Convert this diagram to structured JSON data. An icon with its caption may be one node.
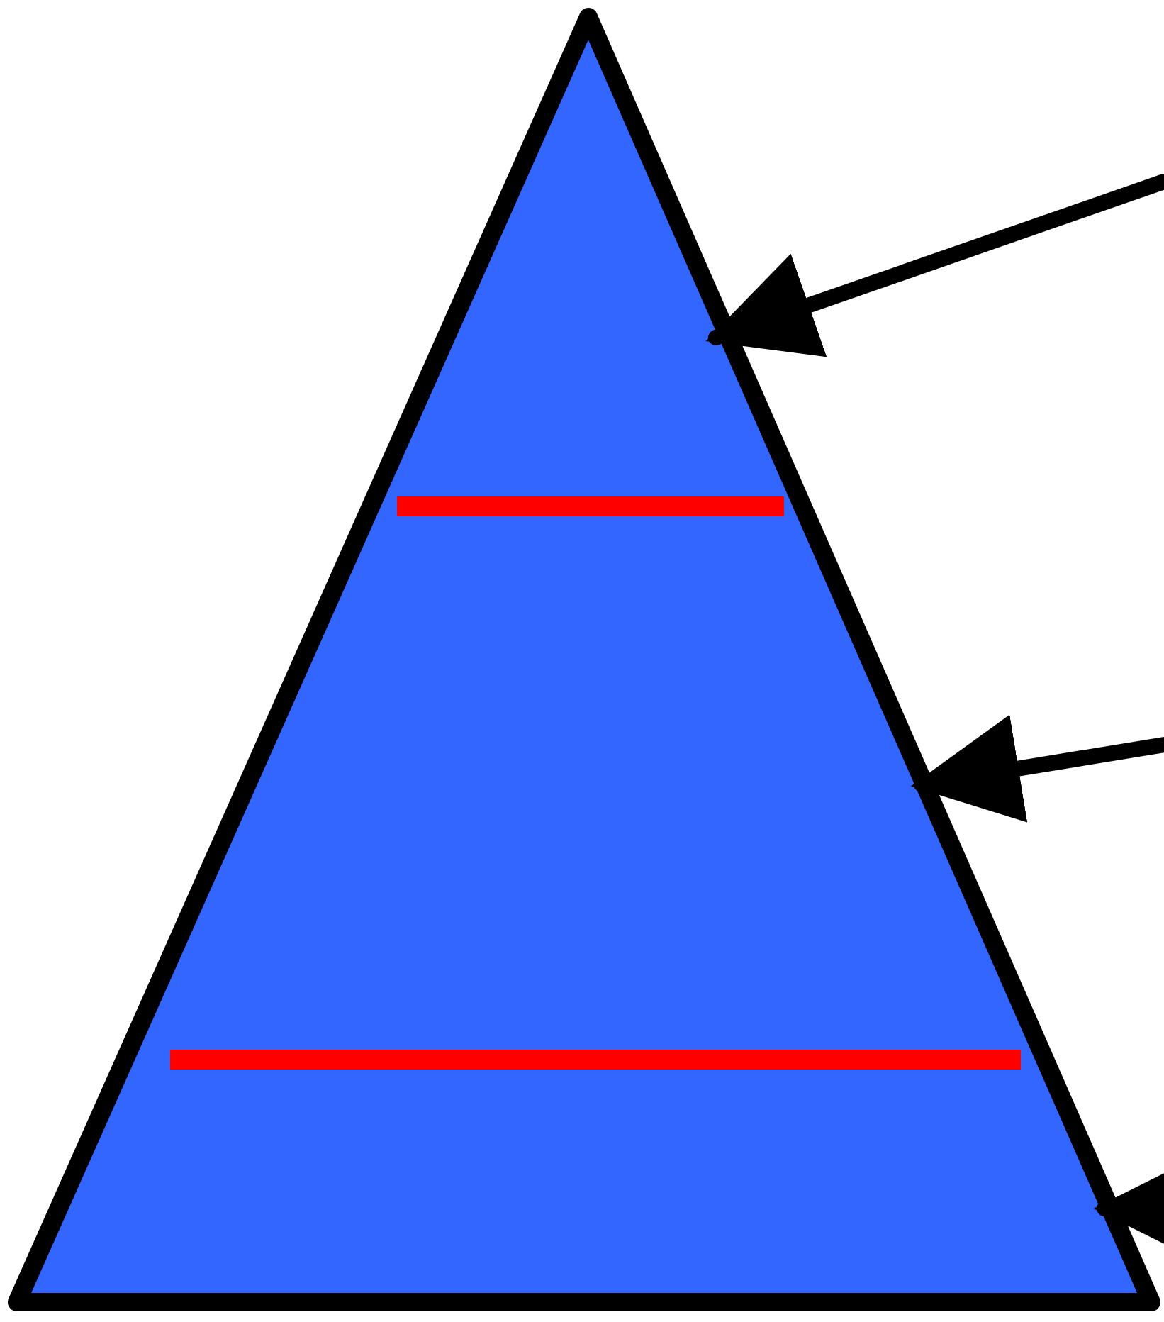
{
  "diagram": {
    "nodes": [
      {
        "text": [],
        "shape": "triangle"
      },
      {
        "text": [],
        "shape": "trapezoid"
      },
      {
        "text": [],
        "shape": "trapezoid"
      }
    ],
    "edges": [
      {
        "from": null,
        "to": 0,
        "arrow": "to"
      },
      {
        "from": null,
        "to": 1,
        "arrow": "to"
      },
      {
        "from": null,
        "to": 2,
        "arrow": "to"
      }
    ]
  }
}
